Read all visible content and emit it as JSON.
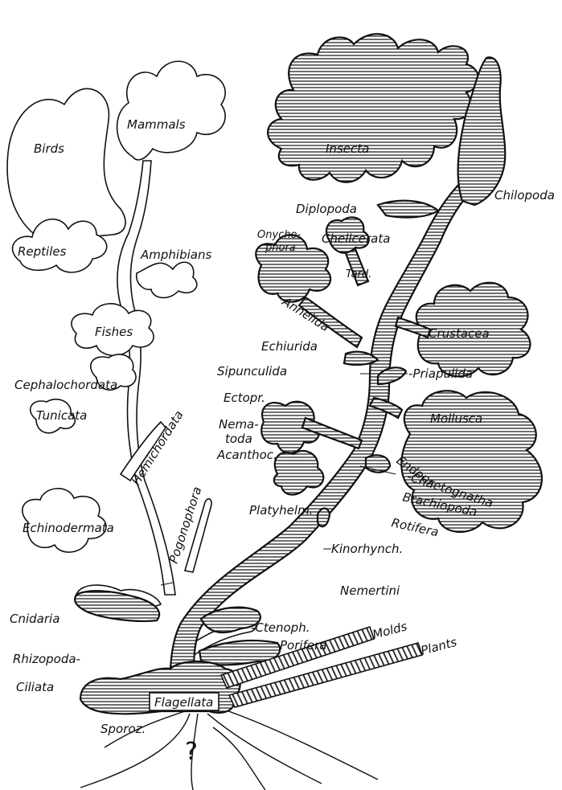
{
  "labels": {
    "mammals": "Mammals",
    "birds": "Birds",
    "reptiles": "Reptiles",
    "amphibians": "Amphibians",
    "fishes": "Fishes",
    "cephalochordata": "Cephalochordata",
    "tunicata": "Tunicata",
    "hemichordata": "Hemichordata",
    "echinodermata": "Echinodermata",
    "pogonophora": "Pogonophora",
    "cnidaria": "Cnidaria",
    "rhizopoda": "Rhizopoda-",
    "ciliata": "Ciliata",
    "flagellata": "Flagellata",
    "sporoz": "Sporoz.",
    "unknown_root": "?",
    "insecta": "Insecta",
    "chilopoda": "Chilopoda",
    "diplopoda": "Diplopoda",
    "onychophora_1": "Onycho-",
    "onychophora_2": "phora",
    "chelicerata": "Chelicerata",
    "tard": "Tard.",
    "annelida": "Annelida",
    "crustacea": "Crustacea",
    "echiurida": "Echiurida",
    "sipunculida": "Sipunculida",
    "priapulida": "-Priapulida",
    "ectopr": "Ectopr.",
    "mollusca": "Mollusca",
    "nematoda_1": "Nema-",
    "nematoda_2": "toda",
    "acanthoc": "Acanthoc.",
    "endopr": "Endopr.",
    "chaetognatha": "-Chaetognatha",
    "brachiopoda": "Brachiopoda",
    "platyhelm": "Platyhelm.",
    "rotifera": "Rotifera",
    "kinorhynch": "Kinorhynch.",
    "nemertini": "Nemertini",
    "ctenoph": "-Ctenoph.",
    "porifera": "Porifera",
    "molds": "Molds",
    "plants": "Plants"
  }
}
